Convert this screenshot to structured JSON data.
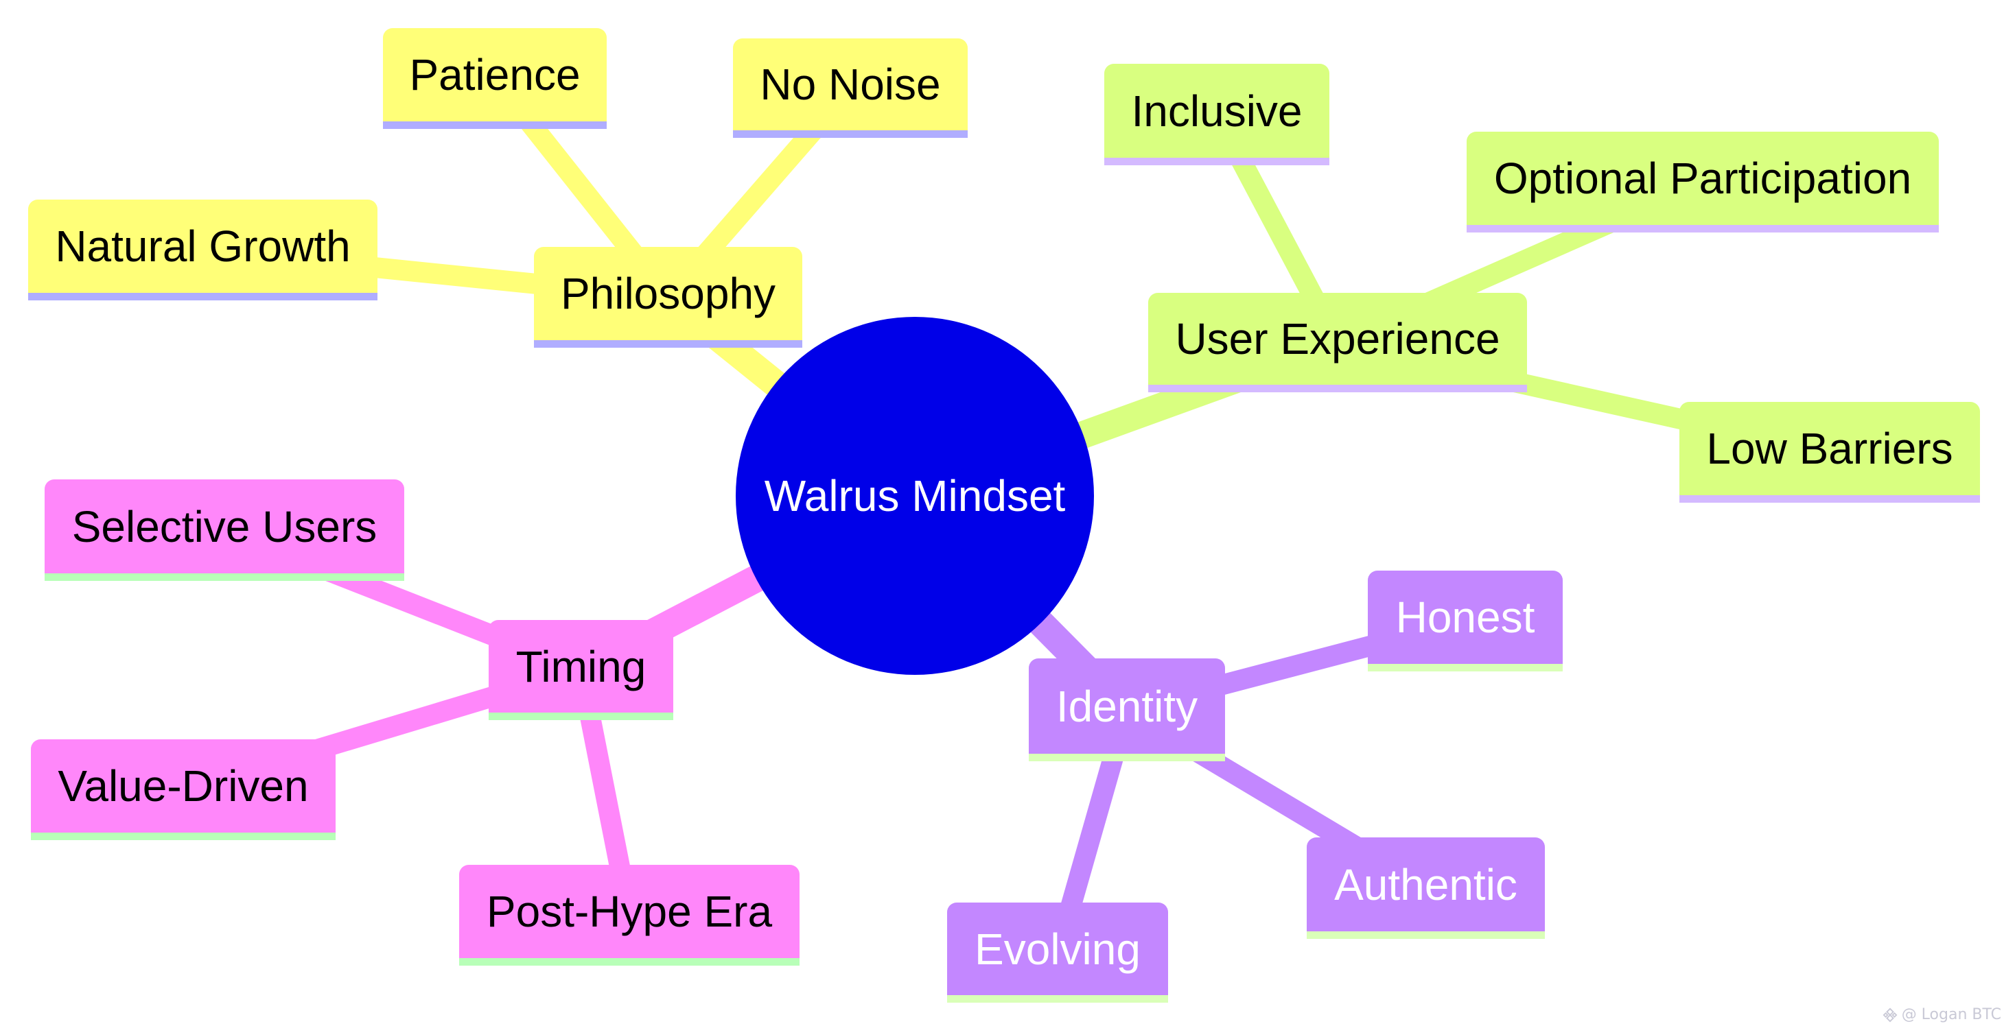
{
  "diagram": {
    "type": "mindmap",
    "root": {
      "label": "Walrus Mindset",
      "color": "#0000E8",
      "text_color": "#ffffff"
    },
    "branches": [
      {
        "id": "philosophy",
        "label": "Philosophy",
        "color": "#FFFF78",
        "stripe_color": "#B0ADFF",
        "text_color": "#000000",
        "children": [
          {
            "label": "Patience"
          },
          {
            "label": "No Noise"
          },
          {
            "label": "Natural Growth"
          }
        ]
      },
      {
        "id": "user-experience",
        "label": "User Experience",
        "color": "#D9FF80",
        "stripe_color": "#D4BAFF",
        "text_color": "#000000",
        "children": [
          {
            "label": "Inclusive"
          },
          {
            "label": "Optional Participation"
          },
          {
            "label": "Low Barriers"
          }
        ]
      },
      {
        "id": "timing",
        "label": "Timing",
        "color": "#FF87FA",
        "stripe_color": "#B8FFB8",
        "text_color": "#000000",
        "children": [
          {
            "label": "Selective Users"
          },
          {
            "label": "Value-Driven"
          },
          {
            "label": "Post-Hype Era"
          }
        ]
      },
      {
        "id": "identity",
        "label": "Identity",
        "color": "#C387FF",
        "stripe_color": "#DAFFB8",
        "text_color": "#ffffff",
        "children": [
          {
            "label": "Honest"
          },
          {
            "label": "Authentic"
          },
          {
            "label": "Evolving"
          }
        ]
      }
    ]
  },
  "watermark": {
    "text": "@ Logan BTC",
    "icon": "binance-logo-icon"
  }
}
